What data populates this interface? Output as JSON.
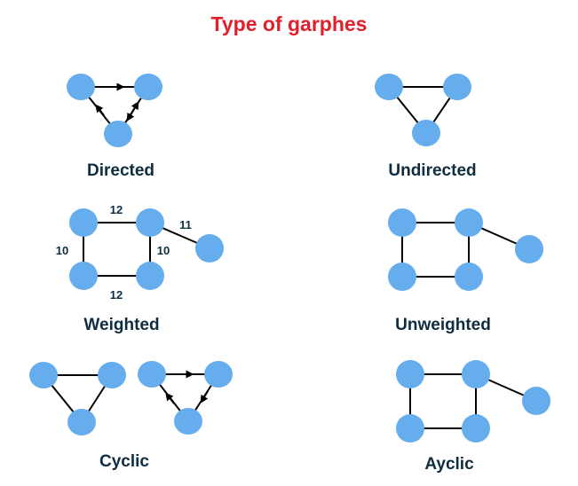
{
  "title": "Type of garphes",
  "colors": {
    "node": "#66adee",
    "edge": "#000000",
    "title": "#e0202a",
    "label": "#0f2d40"
  },
  "graphs": [
    {
      "label": "Directed"
    },
    {
      "label": "Undirected"
    },
    {
      "label": "Weighted",
      "weights": [
        "12",
        "11",
        "10",
        "10",
        "12"
      ]
    },
    {
      "label": "Unweighted"
    },
    {
      "label": "Cyclic"
    },
    {
      "label": "Ayclic"
    }
  ]
}
